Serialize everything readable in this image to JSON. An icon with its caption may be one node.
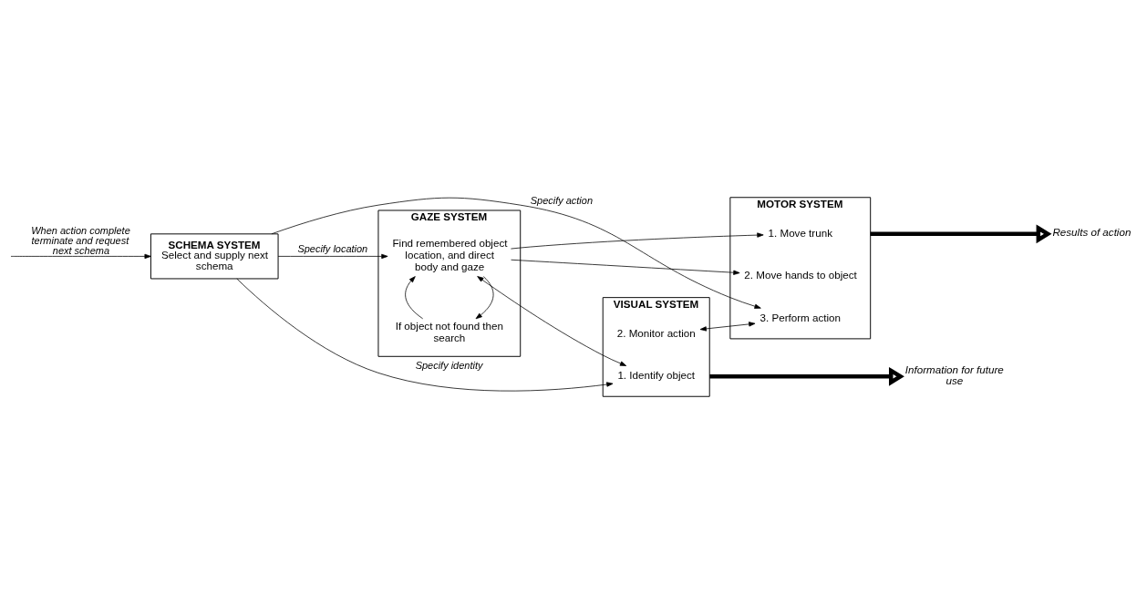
{
  "diagram": {
    "nodes": [
      {
        "text": [
          "SCHEMA SYSTEM",
          "Select and supply next schema"
        ]
      },
      {
        "text": [
          "GAZE SYSTEM"
        ]
      },
      {
        "text": [
          "Find remembered object location, and direct body and gaze"
        ],
        "in": 1
      },
      {
        "text": [
          "If object not found then search"
        ],
        "in": 1
      },
      {
        "text": [
          "VISUAL SYSTEM"
        ]
      },
      {
        "text": [
          "1. Identify object"
        ],
        "in": 4
      },
      {
        "text": [
          "2. Monitor action"
        ],
        "in": 4
      },
      {
        "text": [
          "MOTOR SYSTEM"
        ]
      },
      {
        "text": [
          "1. Move trunk"
        ],
        "in": 7
      },
      {
        "text": [
          "2. Move hands to object"
        ],
        "in": 7
      },
      {
        "text": [
          "3. Perform action"
        ],
        "in": 7
      },
      {
        "text": [
          "Information for future use"
        ]
      },
      {
        "text": [
          "Results of action"
        ]
      }
    ],
    "edges": [
      {
        "from": 0,
        "to": 5,
        "arrow": "to",
        "label": "Specify identity"
      },
      {
        "from": 0,
        "to": 2,
        "arrow": "to",
        "label": "Specify location"
      },
      {
        "from": 0,
        "to": 10,
        "arrow": "to",
        "label": "Specify action"
      },
      {
        "from": 2,
        "to": 5,
        "arrow": "both"
      },
      {
        "from": 2,
        "to": 3,
        "arrow": "to"
      },
      {
        "from": 3,
        "to": 2,
        "arrow": "to"
      },
      {
        "from": 2,
        "to": 8,
        "arrow": "to"
      },
      {
        "from": 2,
        "to": 9,
        "arrow": "to"
      },
      {
        "from": 6,
        "to": 10,
        "arrow": "both"
      },
      {
        "from": null,
        "to": 0,
        "arrow": "to",
        "label": "When action complete terminate and request next schema"
      },
      {
        "from": 4,
        "to": 11,
        "arrow": "to",
        "style": "thick"
      },
      {
        "from": 7,
        "to": 12,
        "arrow": "to",
        "style": "thick"
      }
    ]
  }
}
